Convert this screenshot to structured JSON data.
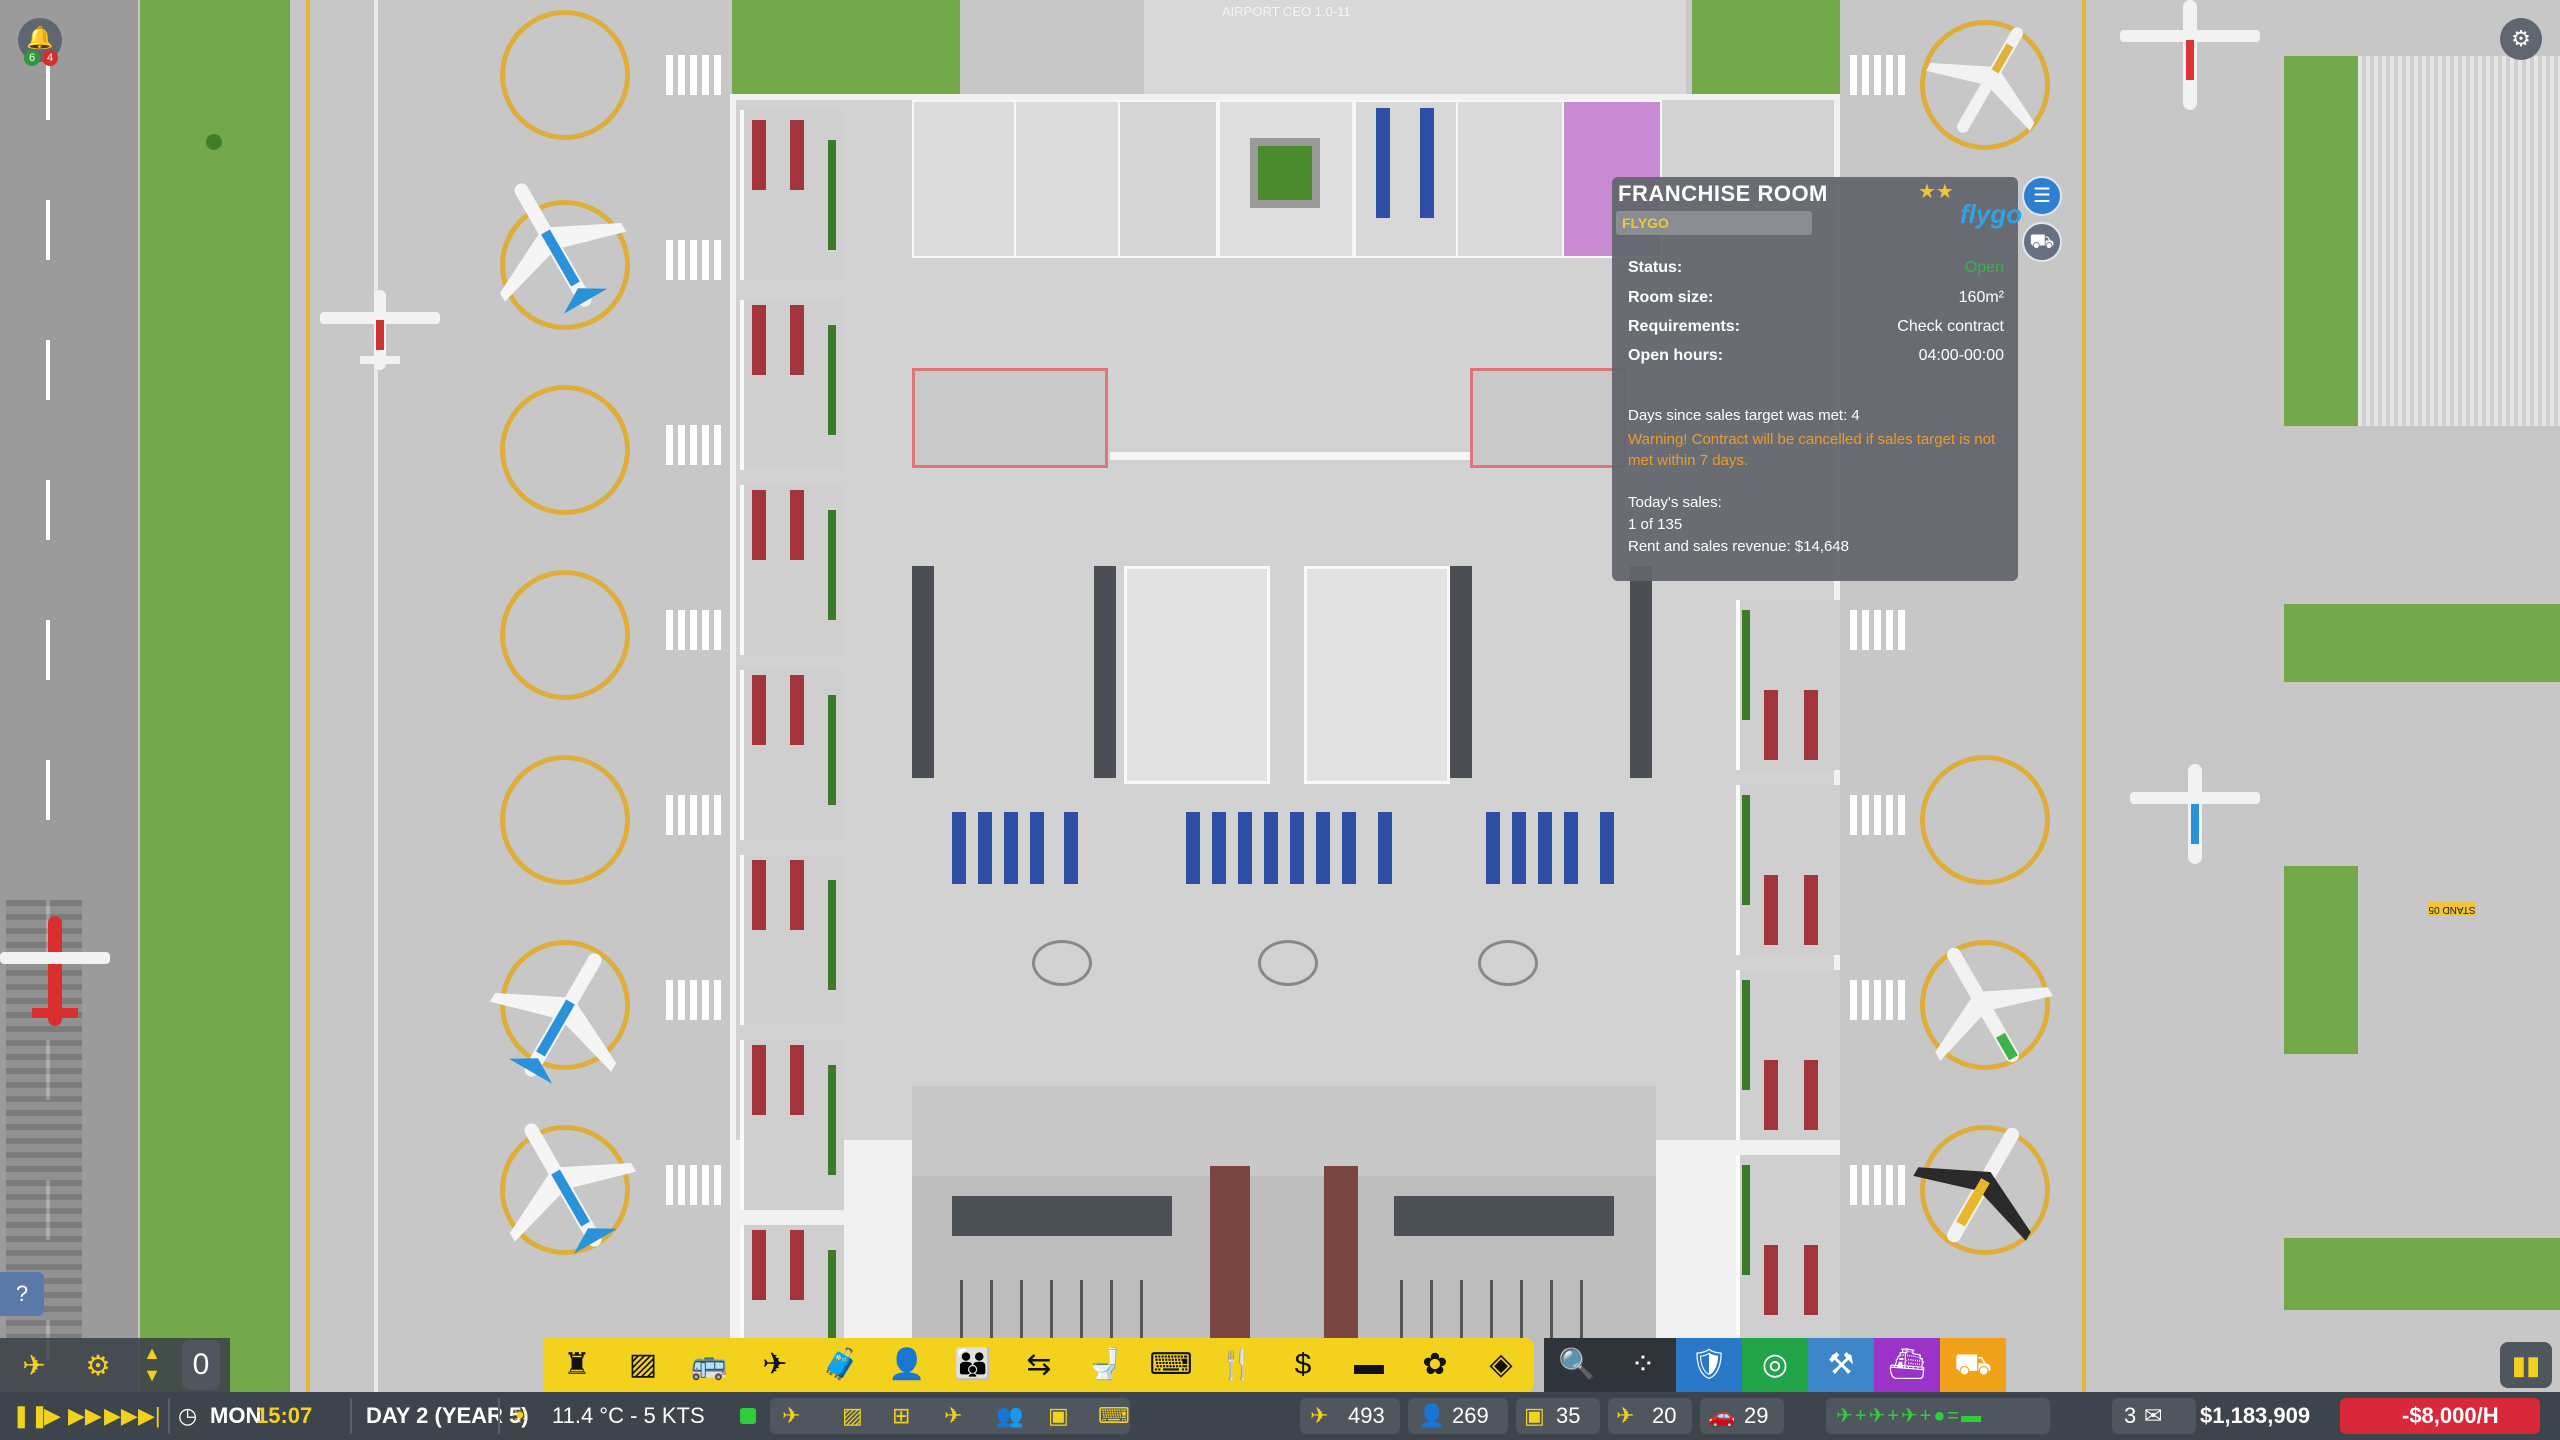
{
  "game": {
    "version_label": "AIRPORT CEO 1.0-11"
  },
  "notifications": {
    "left_badge": "6",
    "right_badge": "4"
  },
  "info_panel": {
    "title": "FRANCHISE ROOM",
    "subtitle": "FLYGO",
    "brand": "flygo",
    "stars": "★★",
    "rows": [
      {
        "label": "Status:",
        "value": "Open"
      },
      {
        "label": "Room size:",
        "value": "160m²"
      },
      {
        "label": "Requirements:",
        "value": "Check contract"
      },
      {
        "label": "Open hours:",
        "value": "04:00-00:00"
      }
    ],
    "days_since_target": "Days since sales target was met: 4",
    "warning": "Warning! Contract will be cancelled if sales target is not met within 7 days.",
    "sales_title": "Today's sales:",
    "sales_count": "1 of 135",
    "revenue": "Rent and sales revenue: $14,648"
  },
  "overlay": {
    "mid_zero": "0",
    "help": "?",
    "stand_sign": "STAND 05"
  },
  "status_bar": {
    "day": "MON",
    "time": "15:07",
    "date": "DAY 2 (YEAR 5)",
    "weather": "11.4 °C - 5 KTS",
    "counters": [
      {
        "icon": "plane-icon",
        "value": "493"
      },
      {
        "icon": "passenger-icon",
        "value": "269"
      },
      {
        "icon": "bag-icon",
        "value": "35"
      },
      {
        "icon": "flight-icon",
        "value": "20"
      },
      {
        "icon": "vehicle-icon",
        "value": "29"
      }
    ],
    "mail_count": "3",
    "money": "$1,183,909",
    "rate": "-$8,000/H"
  },
  "toolbar": {
    "icons": [
      "tower-icon",
      "hazard-stripes-icon",
      "bus-icon",
      "runway-plane-icon",
      "baggage-icon",
      "staff-icon",
      "family-icon",
      "conveyor-icon",
      "toilet-icon",
      "checkin-desk-icon",
      "food-icon",
      "money-icon",
      "bench-icon",
      "plant-icon",
      "stack-icon",
      "search-icon",
      "grid-dots-icon",
      "security-shield-icon",
      "radar-icon",
      "tools-icon",
      "cart-icon",
      "vehicle-fleet-icon"
    ],
    "colors": [
      "#f2d21d",
      "#f2d21d",
      "#f2d21d",
      "#f2d21d",
      "#f2d21d",
      "#f2d21d",
      "#f2d21d",
      "#f2d21d",
      "#f2d21d",
      "#f2d21d",
      "#f2d21d",
      "#f2d21d",
      "#f2d21d",
      "#f2d21d",
      "#f2d21d",
      "#2f343a",
      "#2f343a",
      "#2a78c8",
      "#21a44a",
      "#3f86c8",
      "#9a34c8",
      "#f0a21a"
    ]
  }
}
